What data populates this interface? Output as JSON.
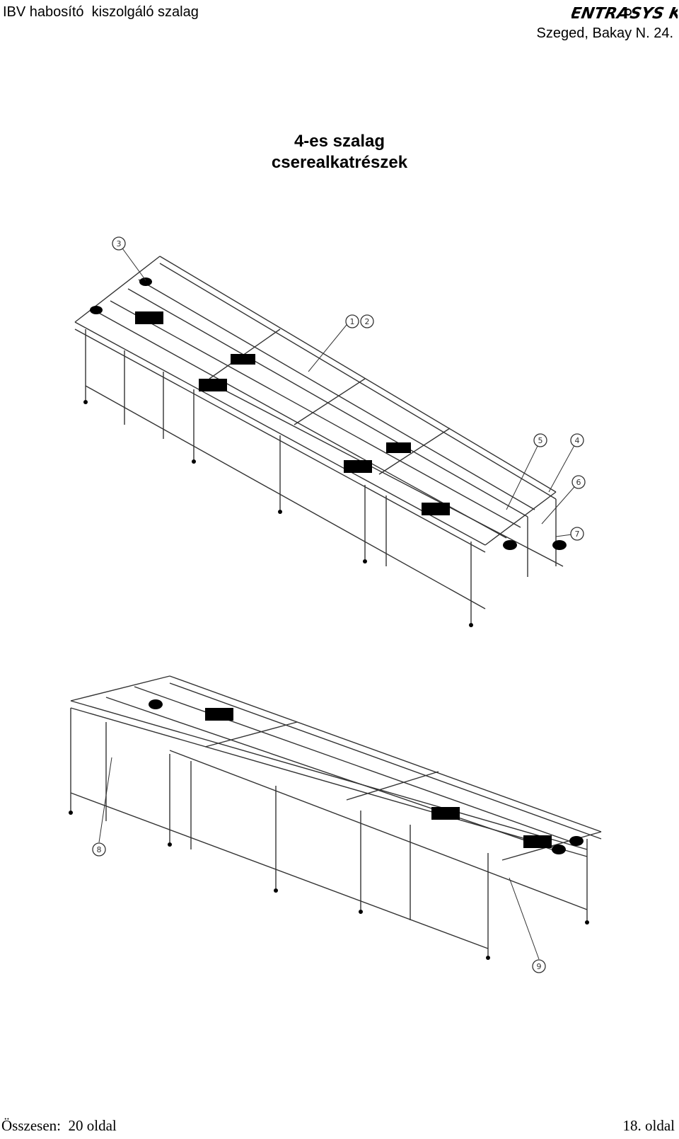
{
  "header": {
    "title": "IBV habosító  kiszolgáló szalag",
    "company_logo_text": "ENTRA-SYS Kft",
    "address": "Szeged, Bakay N. 24."
  },
  "document": {
    "title_line1": "4-es szalag",
    "title_line2": "cserealkatrészek"
  },
  "drawings": {
    "top": {
      "callouts": [
        "3",
        "1",
        "2",
        "5",
        "4",
        "6",
        "7"
      ]
    },
    "bottom": {
      "callouts": [
        "8",
        "9"
      ]
    }
  },
  "footer": {
    "total_pages": "Összesen:  20 oldal",
    "page_number": "18. oldal"
  }
}
